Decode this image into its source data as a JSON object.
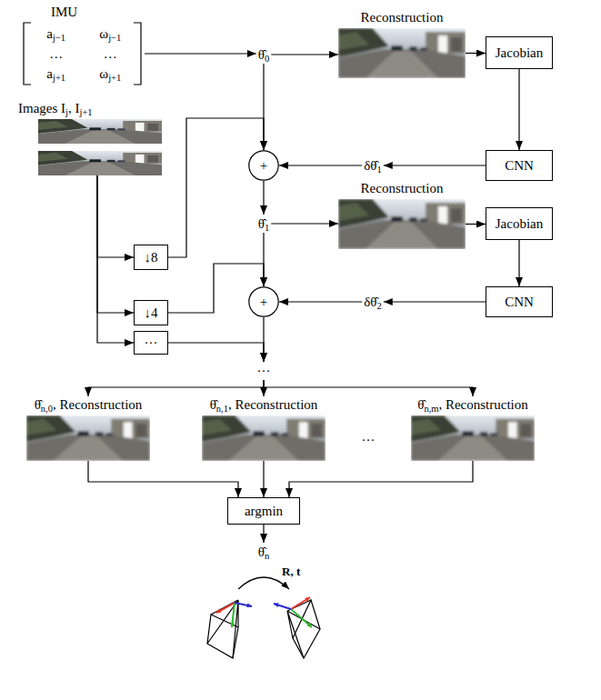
{
  "diagram": {
    "nodes": [
      {
        "text": [
          "IMU",
          "aj−1",
          "ωj−1",
          "…",
          "…",
          "aj+1",
          "ωj+1"
        ]
      },
      {
        "text": [
          "θ̂0"
        ]
      },
      {
        "text": [
          "Reconstruction"
        ]
      },
      {
        "text": [
          "Jacobian"
        ]
      },
      {
        "text": [
          "Images Ij, Ij+1"
        ]
      },
      {
        "text": [
          "+"
        ]
      },
      {
        "text": [
          "δθ̂1"
        ]
      },
      {
        "text": [
          "CNN"
        ]
      },
      {
        "text": [
          "↓8"
        ]
      },
      {
        "text": [
          "θ̂1"
        ]
      },
      {
        "text": [
          "Reconstruction"
        ]
      },
      {
        "text": [
          "Jacobian"
        ]
      },
      {
        "text": [
          "↓4"
        ]
      },
      {
        "text": [
          "+"
        ]
      },
      {
        "text": [
          "δθ̂2"
        ]
      },
      {
        "text": [
          "CNN"
        ]
      },
      {
        "text": [
          "···"
        ]
      },
      {
        "text": [
          "···"
        ]
      },
      {
        "text": [
          "θ̂n,0, Reconstruction"
        ]
      },
      {
        "text": [
          "θ̂n,1, Reconstruction"
        ]
      },
      {
        "text": [
          "θ̂n,m, Reconstruction"
        ]
      },
      {
        "text": [
          "argmin"
        ]
      },
      {
        "text": [
          "θ̂n"
        ]
      }
    ],
    "edges": [
      {
        "from": 0,
        "to": 1,
        "arrow": "to"
      },
      {
        "from": 1,
        "to": 2,
        "arrow": "to"
      },
      {
        "from": 2,
        "to": 3,
        "arrow": "to"
      },
      {
        "from": 3,
        "to": 7,
        "arrow": "to"
      },
      {
        "from": 7,
        "to": 6,
        "arrow": "to"
      },
      {
        "from": 6,
        "to": 5,
        "arrow": "to"
      },
      {
        "from": 1,
        "to": 5,
        "arrow": "to"
      },
      {
        "from": 4,
        "to": 8,
        "arrow": "to"
      },
      {
        "from": 4,
        "to": 12,
        "arrow": "to"
      },
      {
        "from": 4,
        "to": 16,
        "arrow": "to"
      },
      {
        "from": 8,
        "to": 5,
        "arrow": "to"
      },
      {
        "from": 5,
        "to": 9,
        "arrow": "to"
      },
      {
        "from": 9,
        "to": 10,
        "arrow": "to"
      },
      {
        "from": 10,
        "to": 11,
        "arrow": "to"
      },
      {
        "from": 11,
        "to": 15,
        "arrow": "to"
      },
      {
        "from": 15,
        "to": 14,
        "arrow": "to"
      },
      {
        "from": 14,
        "to": 13,
        "arrow": "to"
      },
      {
        "from": 9,
        "to": 13,
        "arrow": "to"
      },
      {
        "from": 12,
        "to": 13,
        "arrow": "to"
      },
      {
        "from": 13,
        "to": 17,
        "arrow": "to"
      },
      {
        "from": 16,
        "to": 17,
        "arrow": "to"
      },
      {
        "from": 17,
        "to": 18,
        "arrow": "to"
      },
      {
        "from": 17,
        "to": 19,
        "arrow": "to"
      },
      {
        "from": 17,
        "to": 20,
        "arrow": "to"
      },
      {
        "from": 18,
        "to": 21,
        "arrow": "to"
      },
      {
        "from": 19,
        "to": 21,
        "arrow": "to"
      },
      {
        "from": 20,
        "to": 21,
        "arrow": "to"
      },
      {
        "from": 21,
        "to": 22,
        "arrow": "to"
      }
    ],
    "labels": [
      "···",
      "R, t"
    ]
  }
}
